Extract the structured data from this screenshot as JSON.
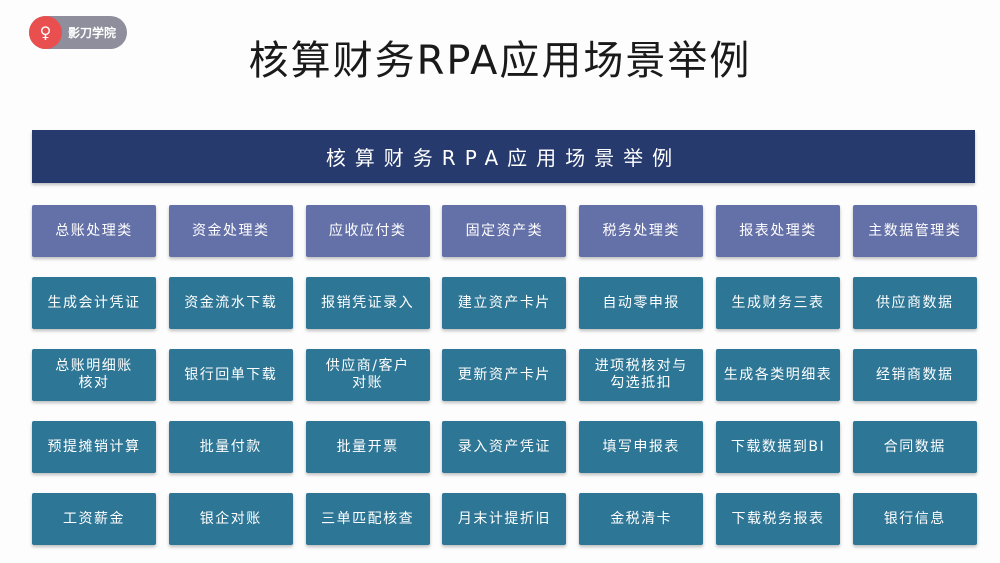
{
  "logo": {
    "icon": "key-icon",
    "text": "影刀学院"
  },
  "title": "核算财务RPA应用场景举例",
  "banner": "核算财务RPA应用场景举例",
  "colors": {
    "header": "#6470a8",
    "item": "#2d7696",
    "banner": "#263a6e",
    "logo": "#e94f4f"
  },
  "columns": [
    {
      "header": "总账处理类",
      "items": [
        "生成会计凭证",
        "总账明细账\n核对",
        "预提摊销计算",
        "工资薪金"
      ]
    },
    {
      "header": "资金处理类",
      "items": [
        "资金流水下载",
        "银行回单下载",
        "批量付款",
        "银企对账"
      ]
    },
    {
      "header": "应收应付类",
      "items": [
        "报销凭证录入",
        "供应商/客户\n对账",
        "批量开票",
        "三单匹配核查"
      ]
    },
    {
      "header": "固定资产类",
      "items": [
        "建立资产卡片",
        "更新资产卡片",
        "录入资产凭证",
        "月末计提折旧"
      ]
    },
    {
      "header": "税务处理类",
      "items": [
        "自动零申报",
        "进项税核对与\n勾选抵扣",
        "填写申报表",
        "金税清卡"
      ]
    },
    {
      "header": "报表处理类",
      "items": [
        "生成财务三表",
        "生成各类明细表",
        "下载数据到BI",
        "下载税务报表"
      ]
    },
    {
      "header": "主数据管理类",
      "items": [
        "供应商数据",
        "经销商数据",
        "合同数据",
        "银行信息"
      ]
    }
  ]
}
